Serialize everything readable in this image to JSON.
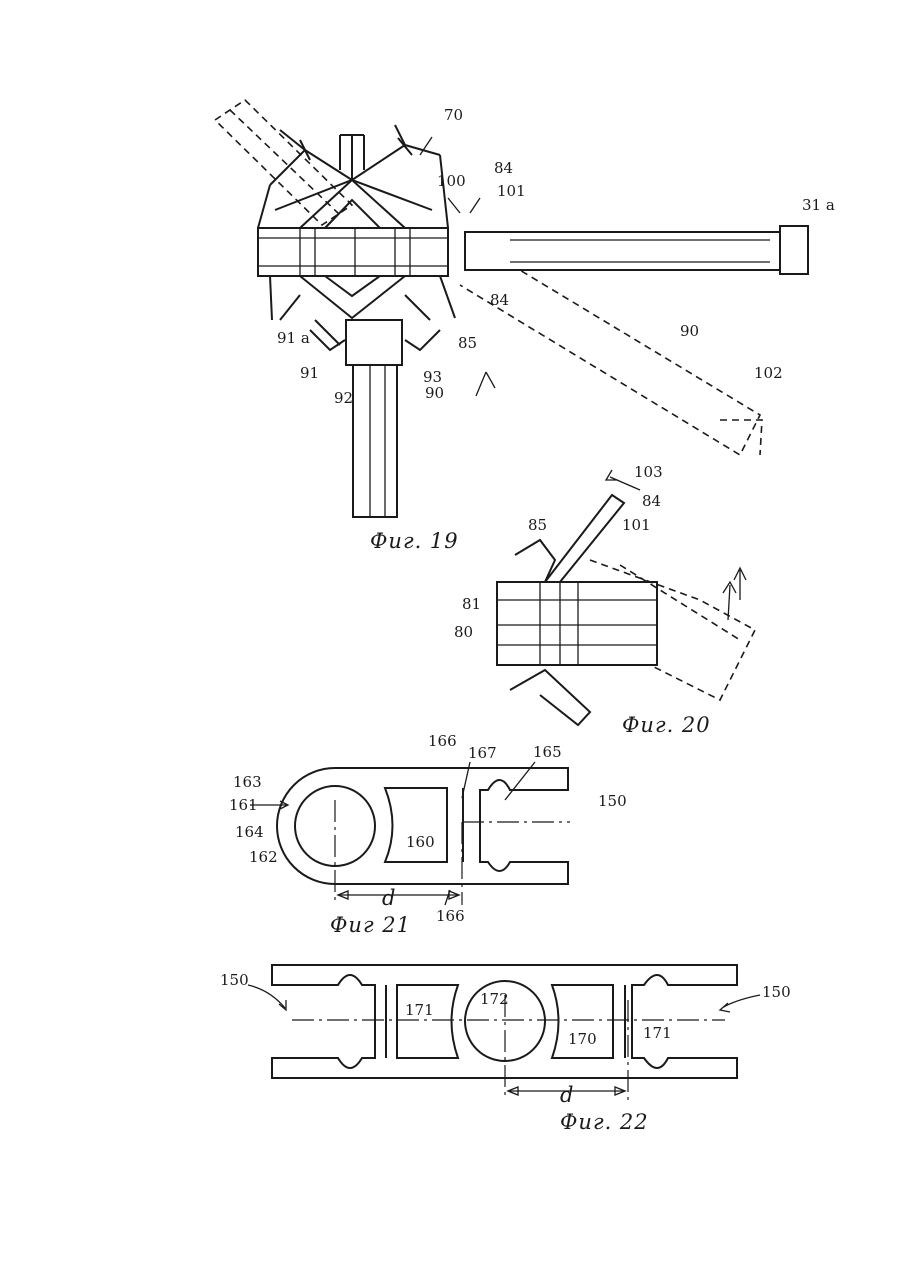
{
  "figures": {
    "fig19": {
      "caption": "Фиг. 19",
      "labels": {
        "l70": "70",
        "l84a": "84",
        "l100": "100",
        "l101": "101",
        "l31a": "31 а",
        "l84b": "84",
        "l91a": "91 а",
        "l85": "85",
        "l90a": "90",
        "l102": "102",
        "l91": "91",
        "l93": "93",
        "l92": "92",
        "l90b": "90"
      }
    },
    "fig20": {
      "caption": "Фиг. 20",
      "labels": {
        "l103": "103",
        "l84": "84",
        "l85": "85",
        "l101": "101",
        "l81": "81",
        "l80": "80"
      }
    },
    "fig21": {
      "caption": "Фиг 21",
      "labels": {
        "l166a": "166",
        "l167": "167",
        "l165": "165",
        "l163": "163",
        "l150": "150",
        "l161": "161",
        "l164": "164",
        "l160": "160",
        "l162": "162",
        "ld": "d",
        "l166b": "166"
      }
    },
    "fig22": {
      "caption": "Фиг. 22",
      "labels": {
        "l150a": "150",
        "l150b": "150",
        "l171a": "171",
        "l172": "172",
        "l170": "170",
        "l171b": "171",
        "ld": "d"
      }
    }
  }
}
